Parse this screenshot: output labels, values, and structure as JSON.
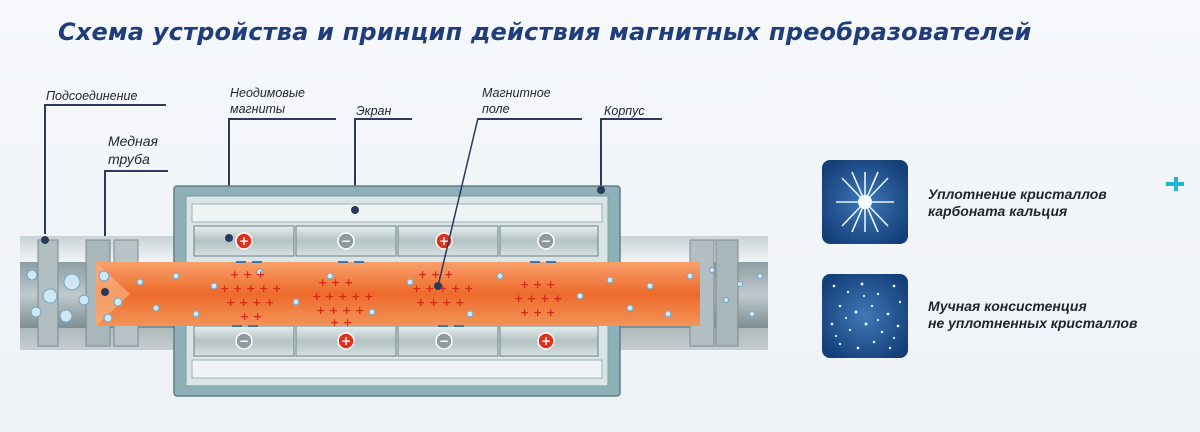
{
  "title": "Схема устройства и принцип действия магнитных преобразователей",
  "labels": {
    "connection": "Подсоединение",
    "copper_pipe_1": "Медная",
    "copper_pipe_2": "труба",
    "magnets_1": "Неодимовые",
    "magnets_2": "магниты",
    "screen": "Экран",
    "field_1": "Магнитное",
    "field_2": "поле",
    "housing": "Корпус"
  },
  "samples": [
    {
      "line1": "Уплотнение кристаллов",
      "line2": "карбоната кальция",
      "icon": "crystal-compact-icon"
    },
    {
      "line1": "Мучная консистенция",
      "line2": "не уплотненных кристаллов",
      "icon": "crystal-loose-icon"
    }
  ],
  "magnet_signs": {
    "top": [
      "+",
      "−",
      "+",
      "−"
    ],
    "bottom": [
      "−",
      "+",
      "−",
      "+"
    ]
  },
  "colors": {
    "title": "#1f3d7a",
    "housing": "#8fb0b8",
    "pipe_flow": "#f07a3e",
    "plus": "#e0301e",
    "crystal_bg": "#1b4f8f"
  }
}
